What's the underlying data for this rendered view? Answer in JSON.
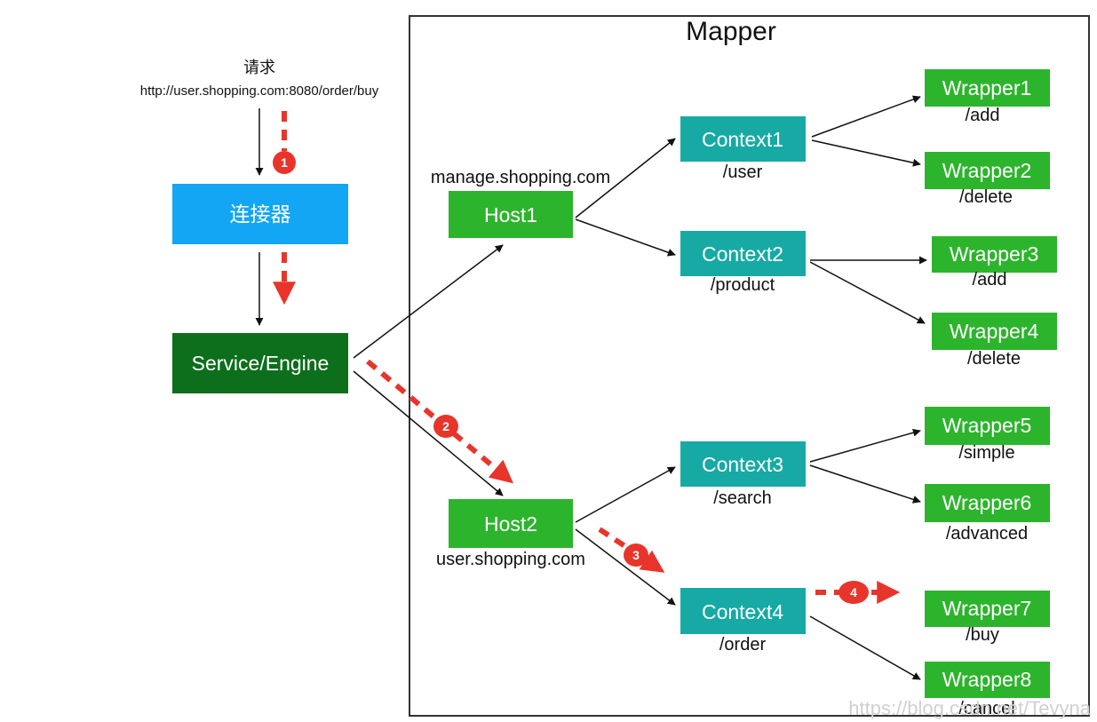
{
  "request": {
    "title": "请求",
    "url": "http://user.shopping.com:8080/order/buy"
  },
  "mapper_title": "Mapper",
  "connector": {
    "label": "连接器"
  },
  "engine": {
    "label": "Service/Engine"
  },
  "hosts": [
    {
      "name": "Host1",
      "domain": "manage.shopping.com"
    },
    {
      "name": "Host2",
      "domain": "user.shopping.com"
    }
  ],
  "contexts": [
    {
      "name": "Context1",
      "path": "/user"
    },
    {
      "name": "Context2",
      "path": "/product"
    },
    {
      "name": "Context3",
      "path": "/search"
    },
    {
      "name": "Context4",
      "path": "/order"
    }
  ],
  "wrappers": [
    {
      "name": "Wrapper1",
      "path": "/add"
    },
    {
      "name": "Wrapper2",
      "path": "/delete"
    },
    {
      "name": "Wrapper3",
      "path": "/add"
    },
    {
      "name": "Wrapper4",
      "path": "/delete"
    },
    {
      "name": "Wrapper5",
      "path": "/simple"
    },
    {
      "name": "Wrapper6",
      "path": "/advanced"
    },
    {
      "name": "Wrapper7",
      "path": "/buy"
    },
    {
      "name": "Wrapper8",
      "path": "/cancel"
    }
  ],
  "steps": [
    "1",
    "2",
    "3",
    "4"
  ],
  "watermark": "https://blog.csdn.net/Tevyna",
  "colors": {
    "connector": "#12a6f4",
    "engine": "#0d6e1c",
    "green": "#2db42d",
    "teal": "#17aaa4",
    "red": "#e8352b",
    "arrow": "#111111",
    "border": "#333333"
  }
}
